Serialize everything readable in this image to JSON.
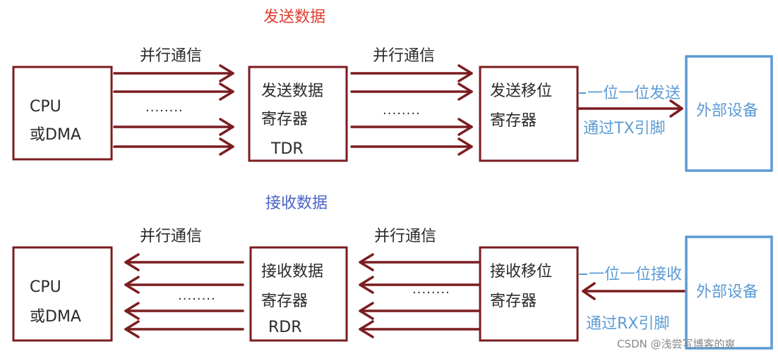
{
  "send": {
    "title": "发送数据",
    "cpu_line1": "CPU",
    "cpu_line2": "或DMA",
    "parallel_left": "并行通信",
    "parallel_right": "并行通信",
    "dots_left": "........",
    "dots_right": "........",
    "data_reg_line1": "发送数据",
    "data_reg_line2": "寄存器",
    "data_reg_line3": "TDR",
    "shift_reg_line1": "发送移位",
    "shift_reg_line2": "寄存器",
    "bitwise_label": "一位一位发送",
    "pin_label": "通过TX引脚",
    "device_label": "外部设备"
  },
  "receive": {
    "title": "接收数据",
    "cpu_line1": "CPU",
    "cpu_line2": "或DMA",
    "parallel_left": "并行通信",
    "parallel_right": "并行通信",
    "dots_left": "........",
    "dots_right": "........",
    "data_reg_line1": "接收数据",
    "data_reg_line2": "寄存器",
    "data_reg_line3": "RDR",
    "shift_reg_line1": "接收移位",
    "shift_reg_line2": "寄存器",
    "bitwise_label": "一位一位接收",
    "pin_label": "通过RX引脚",
    "device_label": "外部设备"
  },
  "colors": {
    "box_stroke": "#7b1d20",
    "device_stroke": "#5b9bd5",
    "title_send": "#e03c31",
    "title_receive": "#4a63c8"
  },
  "watermark": "CSDN @浅尝写博客的爽"
}
